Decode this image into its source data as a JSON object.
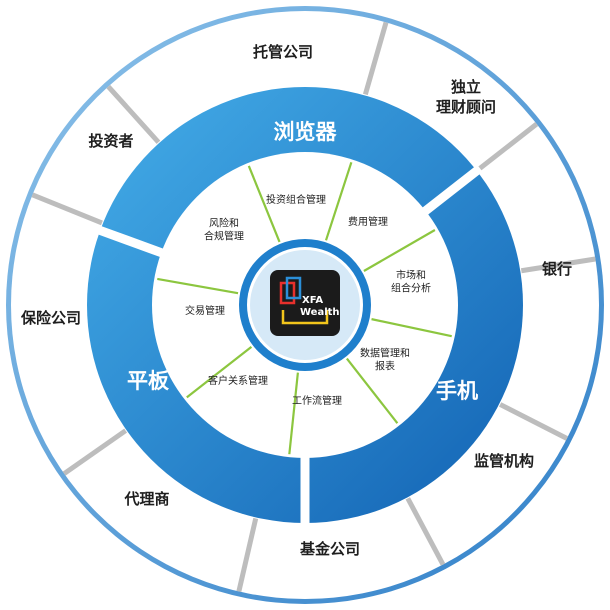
{
  "logo": {
    "line1": "XFA",
    "line2": "Wealth",
    "colors": {
      "bg": "#1b1b1b",
      "red": "#e8302c",
      "blue": "#2b8fd8",
      "yellow": "#f2c51c"
    }
  },
  "devices": {
    "top": "浏览器",
    "right": "手机",
    "left": "平板"
  },
  "functions": [
    {
      "lines": [
        "投资组合管理"
      ]
    },
    {
      "lines": [
        "费用管理"
      ]
    },
    {
      "lines": [
        "市场和",
        "组合分析"
      ]
    },
    {
      "lines": [
        "数据管理和",
        "报表"
      ]
    },
    {
      "lines": [
        "工作流管理"
      ]
    },
    {
      "lines": [
        "客户关系管理"
      ]
    },
    {
      "lines": [
        "交易管理"
      ]
    },
    {
      "lines": [
        "风险和",
        "合规管理"
      ]
    }
  ],
  "clients": [
    {
      "lines": [
        "托管公司"
      ]
    },
    {
      "lines": [
        "独立",
        "理财顾问"
      ]
    },
    {
      "lines": [
        "银行"
      ]
    },
    {
      "lines": [
        "监管机构"
      ]
    },
    {
      "lines": [
        "基金公司"
      ]
    },
    {
      "lines": [
        "代理商"
      ]
    },
    {
      "lines": [
        "保险公司"
      ]
    },
    {
      "lines": [
        "投资者"
      ]
    }
  ],
  "colors": {
    "outer_rim_light": "#8ec3ea",
    "outer_rim_dark": "#2f7fc8",
    "ring_light": "#3fa6e6",
    "ring_dark": "#1467b8",
    "divider_gray": "#bdbdbd",
    "spoke_green": "#8cc63f",
    "inner_border": "#1f7fcc"
  }
}
